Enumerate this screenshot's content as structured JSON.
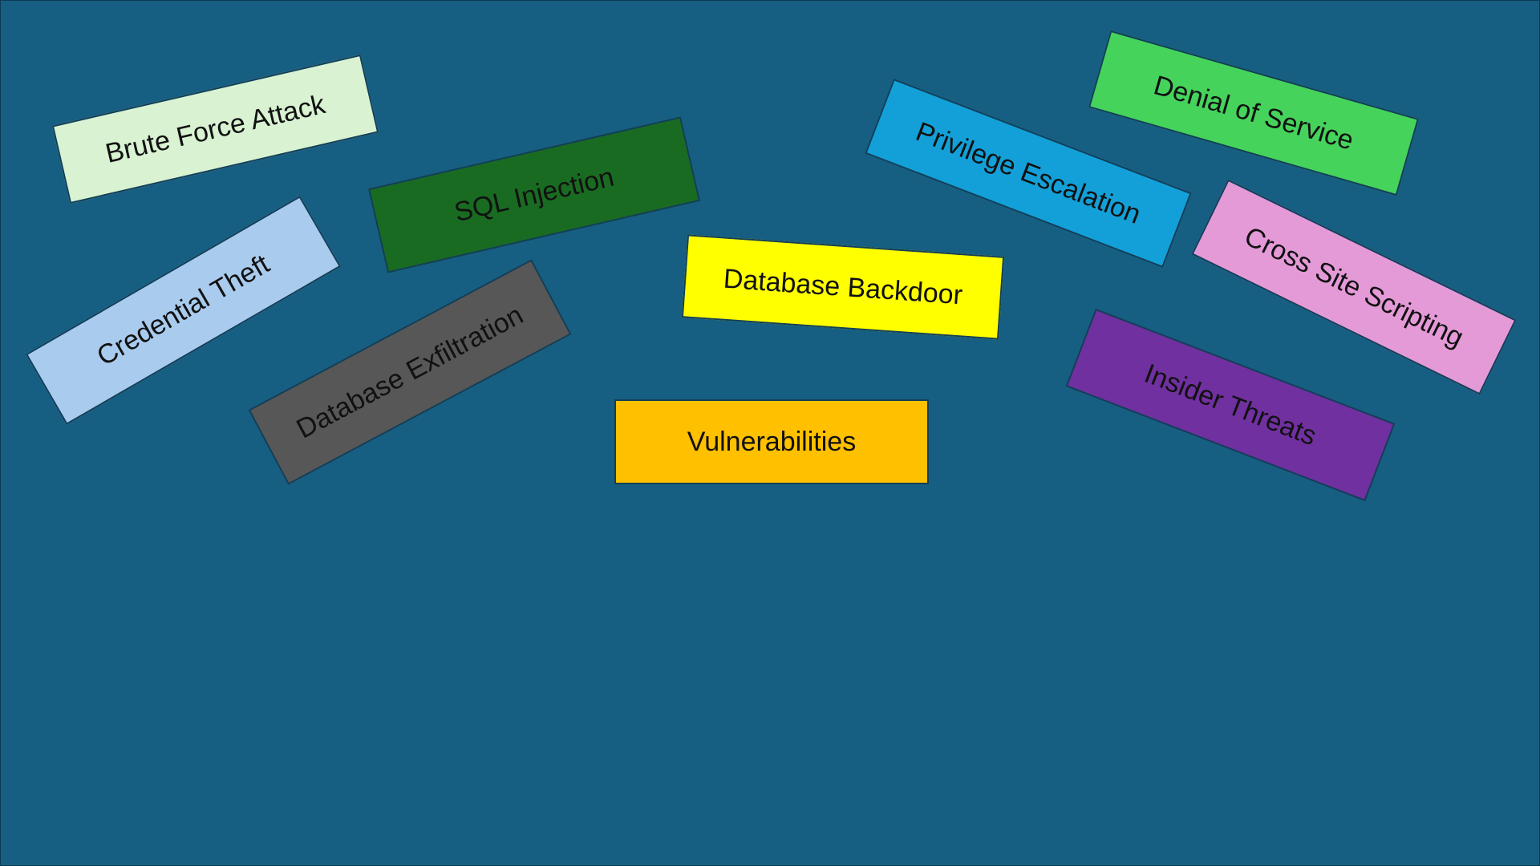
{
  "background_color": "#175f82",
  "border_color": "#123f58",
  "tags": [
    {
      "label": "Brute Force Attack",
      "color": "#d8f2d2"
    },
    {
      "label": "SQL Injection",
      "color": "#1a6b22"
    },
    {
      "label": "Credential Theft",
      "color": "#a9cbee"
    },
    {
      "label": "Database Exfiltration",
      "color": "#575757"
    },
    {
      "label": "Database Backdoor",
      "color": "#ffff00"
    },
    {
      "label": "Vulnerabilities",
      "color": "#ffc000"
    },
    {
      "label": "Privilege Escalation",
      "color": "#13a0d8"
    },
    {
      "label": "Denial of Service",
      "color": "#45d35c"
    },
    {
      "label": "Cross Site Scripting",
      "color": "#e59ad8"
    },
    {
      "label": "Insider Threats",
      "color": "#7030a0"
    }
  ]
}
